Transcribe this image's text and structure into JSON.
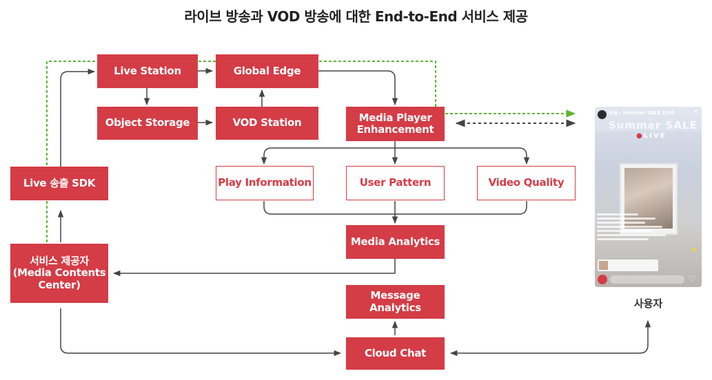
{
  "title": "라이브 방송과 VOD 방송에 대한 End-to-End 서비스 제공",
  "nodes": {
    "live_station": "Live Station",
    "global_edge": "Global Edge",
    "object_storage": "Object Storage",
    "vod_station": "VOD Station",
    "media_player_enhancement": [
      "Media Player",
      "Enhancement"
    ],
    "live_sdk": "Live 송출 SDK",
    "play_information": "Play Information",
    "user_pattern": "User Pattern",
    "video_quality": "Video Quality",
    "media_analytics": "Media Analytics",
    "service_provider": [
      "서비스 제공자",
      "(Media Contents",
      "Center)"
    ],
    "message_analytics": [
      "Message",
      "Analytics"
    ],
    "cloud_chat": "Cloud Chat"
  },
  "user": {
    "label": "사용자",
    "screen": {
      "stream_title": "Big - Summer SALE LIVE",
      "banner": "Summer SALE",
      "live": "LIVE"
    }
  },
  "colors": {
    "accent": "#d43c46",
    "arrow": "#444444",
    "dotted": "#5cb531"
  },
  "icons": {
    "close": "close-icon",
    "cart": "cart-icon",
    "heart": "heart-icon"
  }
}
